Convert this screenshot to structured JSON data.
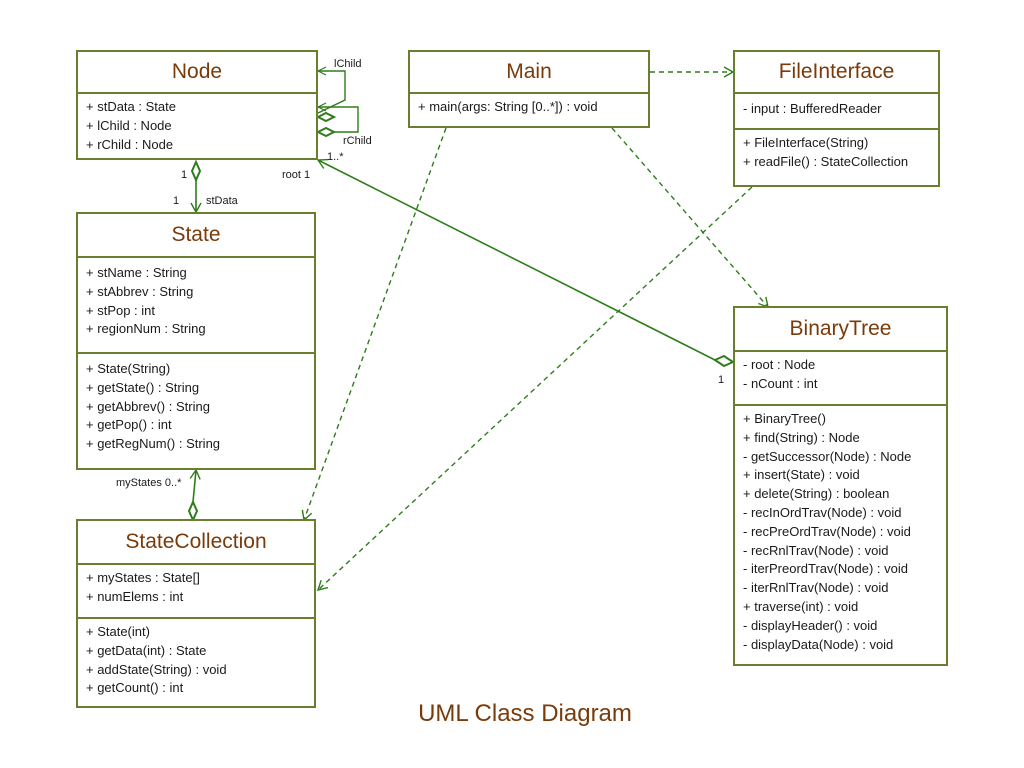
{
  "diagram": {
    "caption": "UML Class Diagram",
    "line_color": "#2e7d1a",
    "border_color": "#6a7f2e",
    "title_color": "#7a3b0a"
  },
  "classes": {
    "node": {
      "name": "Node",
      "attributes": [
        "+ stData : State",
        "+ lChild : Node",
        "+ rChild : Node"
      ]
    },
    "main": {
      "name": "Main",
      "operations": [
        "+ main(args: String [0..*]) : void"
      ]
    },
    "file_interface": {
      "name": "FileInterface",
      "attributes": [
        "- input : BufferedReader"
      ],
      "operations": [
        "+ FileInterface(String)",
        "+ readFile() : StateCollection"
      ]
    },
    "state": {
      "name": "State",
      "attributes": [
        "+ stName : String",
        "+ stAbbrev : String",
        "+ stPop : int",
        "+ regionNum : String"
      ],
      "operations": [
        "+ State(String)",
        "+ getState() : String",
        "+ getAbbrev() : String",
        "+ getPop() : int",
        "+ getRegNum() : String"
      ]
    },
    "binary_tree": {
      "name": "BinaryTree",
      "attributes": [
        "- root : Node",
        "- nCount : int"
      ],
      "operations": [
        "+ BinaryTree()",
        "+ find(String) : Node",
        "- getSuccessor(Node) : Node",
        "+ insert(State) : void",
        "+ delete(String) : boolean",
        "- recInOrdTrav(Node) : void",
        "- recPreOrdTrav(Node) : void",
        "- recRnlTrav(Node) : void",
        "- iterPreordTrav(Node) : void",
        "- iterRnlTrav(Node) : void",
        "+ traverse(int) : void",
        "- displayHeader() : void",
        "- displayData(Node) : void"
      ]
    },
    "state_collection": {
      "name": "StateCollection",
      "attributes": [
        "+ myStates : State[]",
        "+ numElems : int"
      ],
      "operations": [
        "+ State(int)",
        "+ getData(int) :  State",
        "+ addState(String) : void",
        "+ getCount() : int"
      ]
    }
  },
  "labels": {
    "lchild": "lChild",
    "rchild": "rChild",
    "self_mult": "1..*",
    "node_end_mult": "1",
    "state_end_mult": "1",
    "stdata": "stData",
    "root_1": "root 1",
    "bt_end_mult": "1",
    "mystates": "myStates 0..*"
  }
}
